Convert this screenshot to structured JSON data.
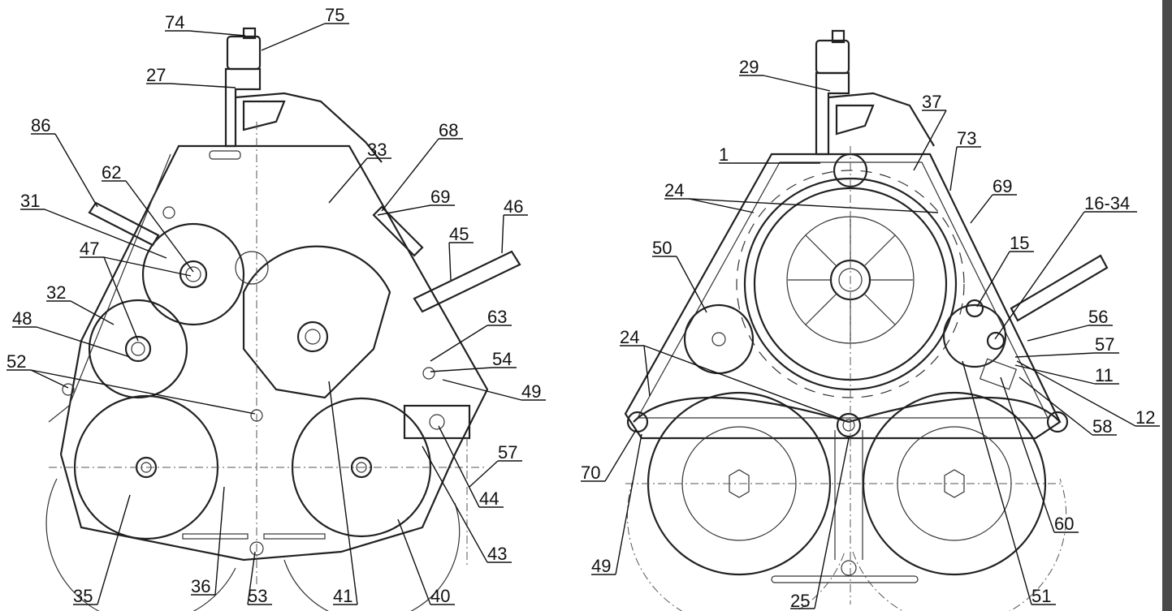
{
  "figure": {
    "left_view": {
      "callouts": [
        "74",
        "75",
        "27",
        "86",
        "62",
        "33",
        "68",
        "69",
        "31",
        "45",
        "46",
        "47",
        "32",
        "48",
        "63",
        "54",
        "49",
        "52",
        "44",
        "57",
        "43",
        "35",
        "36",
        "53",
        "41",
        "40"
      ]
    },
    "right_view": {
      "callouts": [
        "29",
        "37",
        "73",
        "1",
        "24",
        "69",
        "16-34",
        "15",
        "50",
        "56",
        "57",
        "11",
        "12",
        "58",
        "70",
        "60",
        "49",
        "25",
        "51"
      ]
    }
  }
}
